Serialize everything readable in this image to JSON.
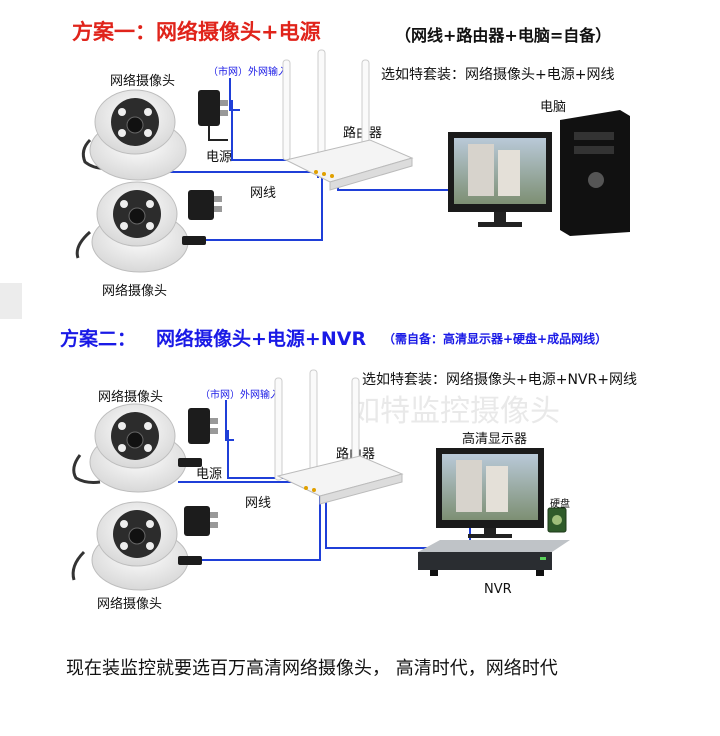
{
  "scheme1": {
    "title_prefix": "方案一：",
    "title": "网络摄像头+电源",
    "note": "（网线+路由器+电脑=自备）",
    "kit": "选如特套装：网络摄像头+电源+网线",
    "camera_top_label": "网络摄像头",
    "camera_bottom_label": "网络摄像头",
    "wan_label": "（市网）外网输入",
    "power_label": "电源",
    "cable_label": "网线",
    "router_label": "路由器",
    "pc_label": "电脑"
  },
  "scheme2": {
    "title_prefix": "方案二：",
    "title": "网络摄像头+电源+NVR",
    "note": "（需自备：高清显示器+硬盘+成品网线）",
    "kit": "选如特套装：网络摄像头+电源+NVR+网线",
    "camera_top_label": "网络摄像头",
    "camera_bottom_label": "网络摄像头",
    "wan_label": "（市网）外网输入",
    "power_label": "电源",
    "cable_label": "网线",
    "router_label": "路由器",
    "monitor_label": "高清显示器",
    "hdd_label": "硬盘",
    "nvr_label": "NVR"
  },
  "watermark": "如特监控摄像头",
  "footer": "现在装监控就要选百万高清网络摄像头，  高清时代，网络时代",
  "colors": {
    "red": "#e0241b",
    "blue": "#1a1ae6",
    "wire": "#1f3fd8"
  }
}
